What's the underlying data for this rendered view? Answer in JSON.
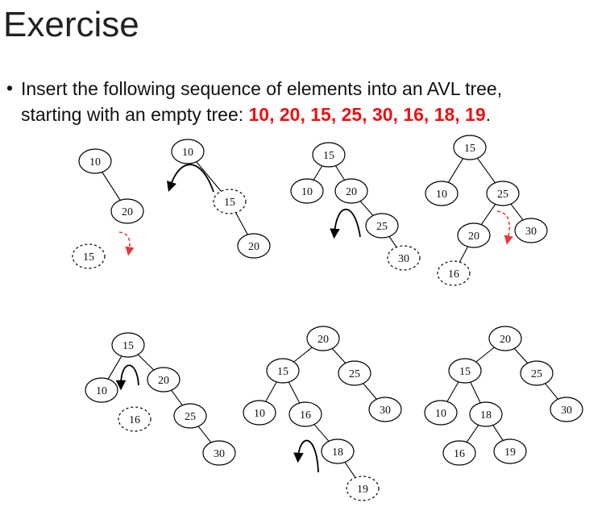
{
  "slide": {
    "title": "Exercise",
    "bullet_glyph": "•",
    "instruction_line1": "Insert the following sequence of elements into an AVL tree,",
    "instruction_line2_prefix": "starting with an empty tree: ",
    "sequence_text": "10, 20, 15, 25, 30, 16, 18, 19",
    "instruction_end": "."
  },
  "colors": {
    "sequence": "#ee1111",
    "insert_arrow": "#e53935",
    "rotation_arrow": "#000000"
  },
  "diagram": {
    "trees": [
      {
        "name": "tree-step-1",
        "nodes": [
          {
            "id": "n10",
            "label": "10",
            "dashed": false
          },
          {
            "id": "n20",
            "label": "20",
            "dashed": false
          },
          {
            "id": "n15",
            "label": "15",
            "dashed": true
          }
        ],
        "edges": [
          [
            "n10",
            "n20"
          ]
        ],
        "arrows": [
          {
            "kind": "insert-arrow",
            "color": "red"
          }
        ]
      },
      {
        "name": "tree-step-2",
        "nodes": [
          {
            "id": "n10",
            "label": "10",
            "dashed": false
          },
          {
            "id": "n15",
            "label": "15",
            "dashed": true
          },
          {
            "id": "n20",
            "label": "20",
            "dashed": false
          }
        ],
        "edges": [
          [
            "n10",
            "n15"
          ],
          [
            "n15",
            "n20"
          ]
        ],
        "arrows": [
          {
            "kind": "rotation-arrow",
            "color": "black"
          }
        ]
      },
      {
        "name": "tree-step-3",
        "nodes": [
          {
            "id": "n15",
            "label": "15",
            "dashed": false
          },
          {
            "id": "n10",
            "label": "10",
            "dashed": false
          },
          {
            "id": "n20",
            "label": "20",
            "dashed": false
          },
          {
            "id": "n25",
            "label": "25",
            "dashed": false
          },
          {
            "id": "n30",
            "label": "30",
            "dashed": true
          }
        ],
        "edges": [
          [
            "n15",
            "n10"
          ],
          [
            "n15",
            "n20"
          ],
          [
            "n20",
            "n25"
          ],
          [
            "n25",
            "n30"
          ]
        ],
        "arrows": [
          {
            "kind": "rotation-arrow",
            "color": "black"
          }
        ]
      },
      {
        "name": "tree-step-4",
        "nodes": [
          {
            "id": "n15",
            "label": "15",
            "dashed": false
          },
          {
            "id": "n10",
            "label": "10",
            "dashed": false
          },
          {
            "id": "n25",
            "label": "25",
            "dashed": false
          },
          {
            "id": "n20",
            "label": "20",
            "dashed": false
          },
          {
            "id": "n30",
            "label": "30",
            "dashed": false
          },
          {
            "id": "n16",
            "label": "16",
            "dashed": true
          }
        ],
        "edges": [
          [
            "n15",
            "n10"
          ],
          [
            "n15",
            "n25"
          ],
          [
            "n25",
            "n20"
          ],
          [
            "n25",
            "n30"
          ],
          [
            "n20",
            "n16"
          ]
        ],
        "arrows": [
          {
            "kind": "insert-arrow",
            "color": "red"
          }
        ]
      },
      {
        "name": "tree-step-5",
        "nodes": [
          {
            "id": "n15",
            "label": "15",
            "dashed": false
          },
          {
            "id": "n10",
            "label": "10",
            "dashed": false
          },
          {
            "id": "n20",
            "label": "20",
            "dashed": false
          },
          {
            "id": "n16",
            "label": "16",
            "dashed": true
          },
          {
            "id": "n25",
            "label": "25",
            "dashed": false
          },
          {
            "id": "n30",
            "label": "30",
            "dashed": false
          }
        ],
        "edges": [
          [
            "n15",
            "n10"
          ],
          [
            "n15",
            "n20"
          ],
          [
            "n20",
            "n25"
          ],
          [
            "n25",
            "n30"
          ]
        ],
        "arrows": [
          {
            "kind": "rotation-arrow",
            "color": "black"
          }
        ]
      },
      {
        "name": "tree-step-6",
        "nodes": [
          {
            "id": "n20",
            "label": "20",
            "dashed": false
          },
          {
            "id": "n15",
            "label": "15",
            "dashed": false
          },
          {
            "id": "n25",
            "label": "25",
            "dashed": false
          },
          {
            "id": "n10",
            "label": "10",
            "dashed": false
          },
          {
            "id": "n16",
            "label": "16",
            "dashed": false
          },
          {
            "id": "n30",
            "label": "30",
            "dashed": false
          },
          {
            "id": "n18",
            "label": "18",
            "dashed": false
          },
          {
            "id": "n19",
            "label": "19",
            "dashed": true
          }
        ],
        "edges": [
          [
            "n20",
            "n15"
          ],
          [
            "n20",
            "n25"
          ],
          [
            "n15",
            "n10"
          ],
          [
            "n15",
            "n16"
          ],
          [
            "n25",
            "n30"
          ],
          [
            "n16",
            "n18"
          ],
          [
            "n18",
            "n19"
          ]
        ],
        "arrows": [
          {
            "kind": "rotation-arrow",
            "color": "black"
          }
        ]
      },
      {
        "name": "tree-step-7",
        "nodes": [
          {
            "id": "n20",
            "label": "20",
            "dashed": false
          },
          {
            "id": "n15",
            "label": "15",
            "dashed": false
          },
          {
            "id": "n25",
            "label": "25",
            "dashed": false
          },
          {
            "id": "n10",
            "label": "10",
            "dashed": false
          },
          {
            "id": "n18",
            "label": "18",
            "dashed": false
          },
          {
            "id": "n30",
            "label": "30",
            "dashed": false
          },
          {
            "id": "n16",
            "label": "16",
            "dashed": false
          },
          {
            "id": "n19",
            "label": "19",
            "dashed": false
          }
        ],
        "edges": [
          [
            "n20",
            "n15"
          ],
          [
            "n20",
            "n25"
          ],
          [
            "n15",
            "n10"
          ],
          [
            "n15",
            "n18"
          ],
          [
            "n25",
            "n30"
          ],
          [
            "n18",
            "n16"
          ],
          [
            "n18",
            "n19"
          ]
        ],
        "arrows": []
      }
    ]
  }
}
